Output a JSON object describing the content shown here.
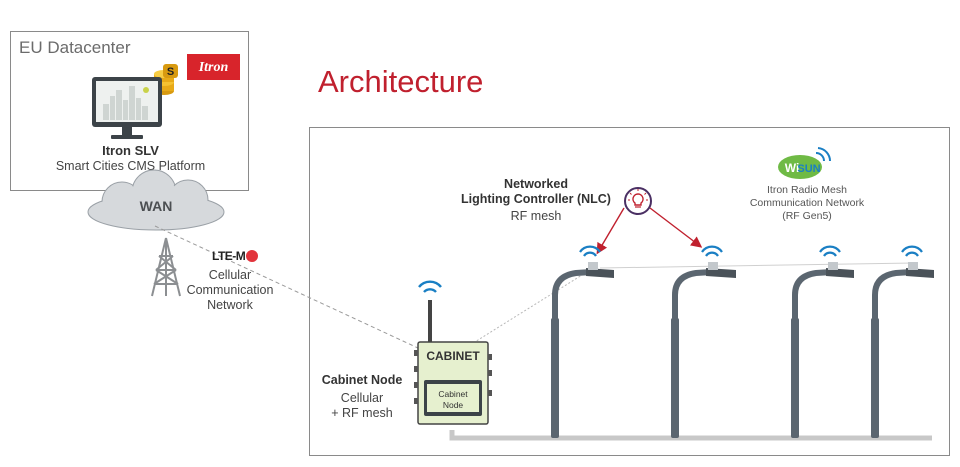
{
  "datacenter": {
    "title": "EU Datacenter",
    "brand_logo": "Itron",
    "platform_name": "Itron SLV",
    "platform_desc": "Smart Cities CMS Platform",
    "icons": [
      "monitor-city-icon",
      "database-coins-icon"
    ]
  },
  "wan": {
    "label": "WAN"
  },
  "lte": {
    "badge": "LTE-M",
    "line1": "Cellular",
    "line2": "Communication",
    "line3": "Network"
  },
  "architecture": {
    "title": "Architecture",
    "nlc": {
      "line1": "Networked",
      "line2": "Lighting Controller (NLC)",
      "line3": "RF mesh"
    },
    "wisun": {
      "logo_left": "Wi",
      "logo_right": "SUN",
      "line1": "Itron Radio Mesh",
      "line2": "Communication Network",
      "line3": "(RF Gen5)"
    },
    "cabinet": {
      "box_label": "CABINET",
      "inner_line1": "Cabinet",
      "inner_line2": "Node",
      "title": "Cabinet Node",
      "desc_line1": "Cellular",
      "desc_line2": "+ RF mesh"
    }
  },
  "colors": {
    "accent_red": "#c0202e",
    "wifi_blue": "#1a7fc4",
    "pole_gray": "#5b6670",
    "cabinet_fill": "#e6f0cf"
  }
}
